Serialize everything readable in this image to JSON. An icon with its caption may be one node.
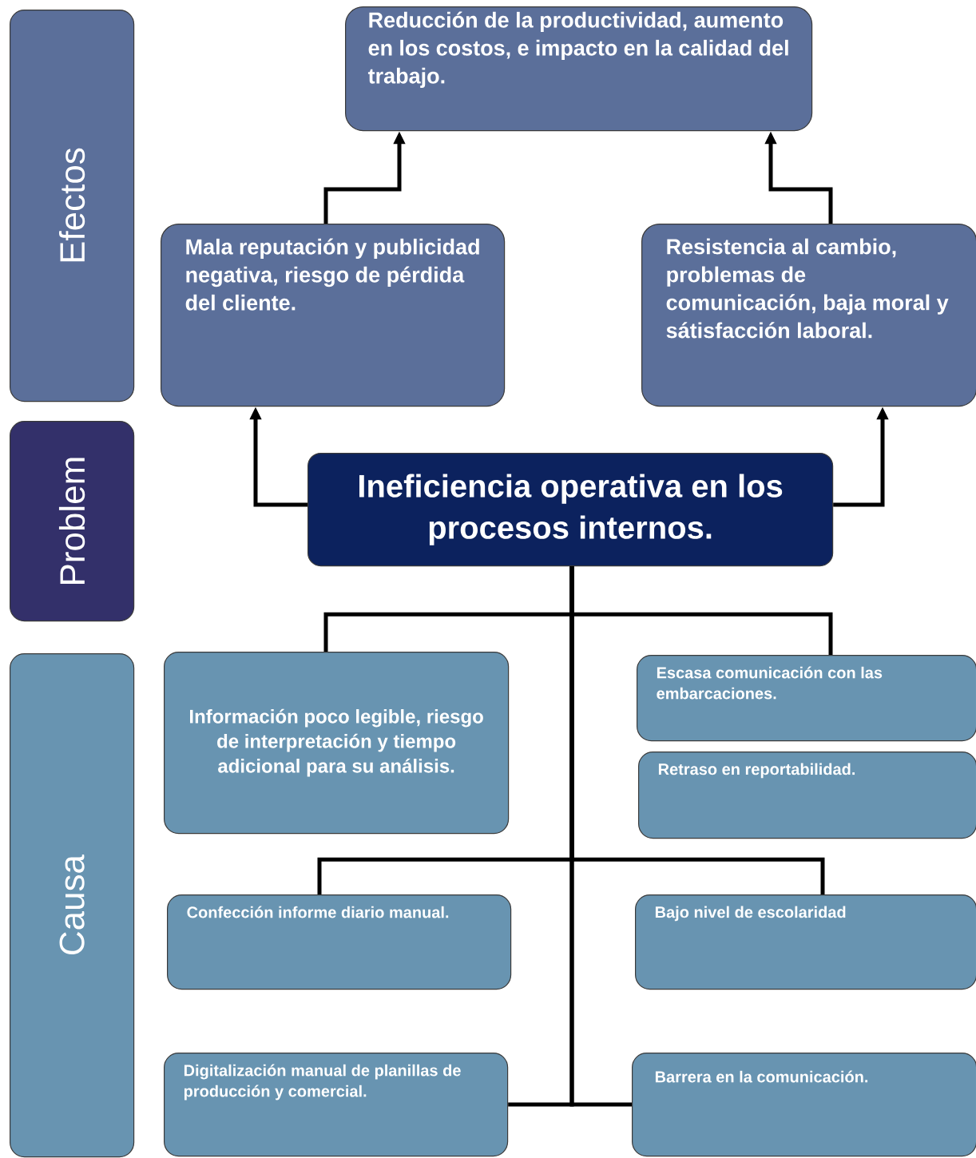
{
  "diagram": {
    "nodes": [
      {
        "text": [
          "Efectos"
        ]
      },
      {
        "text": [
          "Reducción de la productividad, aumento en los costos, e impacto en la calidad del trabajo."
        ]
      },
      {
        "text": [
          "Mala reputación y publicidad negativa, riesgo de pérdida del cliente."
        ]
      },
      {
        "text": [
          "Resistencia al cambio, problemas de comunicación, baja moral y sátisfacción laboral."
        ]
      },
      {
        "text": [
          "Problem"
        ]
      },
      {
        "text": [
          "Ineficiencia operativa en los procesos internos."
        ]
      },
      {
        "text": [
          "Causa"
        ]
      },
      {
        "text": [
          "Información poco legible, riesgo de interpretación y tiempo adicional para su análisis."
        ]
      },
      {
        "text": [
          "Escasa comunicación con las embarcaciones."
        ]
      },
      {
        "text": [
          "Retraso en reportabilidad."
        ]
      },
      {
        "text": [
          "Confección informe diario manual."
        ]
      },
      {
        "text": [
          "Bajo nivel de escolaridad"
        ]
      },
      {
        "text": [
          "Digitalización manual de planillas de producción y comercial."
        ]
      },
      {
        "text": [
          "Barrera en la comunicación."
        ]
      }
    ],
    "edges": [
      {
        "from": 2,
        "to": 1,
        "arrow": "to"
      },
      {
        "from": 3,
        "to": 1,
        "arrow": "to"
      },
      {
        "from": 5,
        "to": 2,
        "arrow": "to"
      },
      {
        "from": 5,
        "to": 3,
        "arrow": "to"
      },
      {
        "from": 5,
        "to": 7,
        "arrow": "none"
      },
      {
        "from": 5,
        "to": 8,
        "arrow": "none"
      },
      {
        "from": 5,
        "to": 10,
        "arrow": "none"
      },
      {
        "from": 5,
        "to": 11,
        "arrow": "none"
      },
      {
        "from": 5,
        "to": 12,
        "arrow": "none"
      },
      {
        "from": 5,
        "to": 13,
        "arrow": "none"
      }
    ]
  }
}
